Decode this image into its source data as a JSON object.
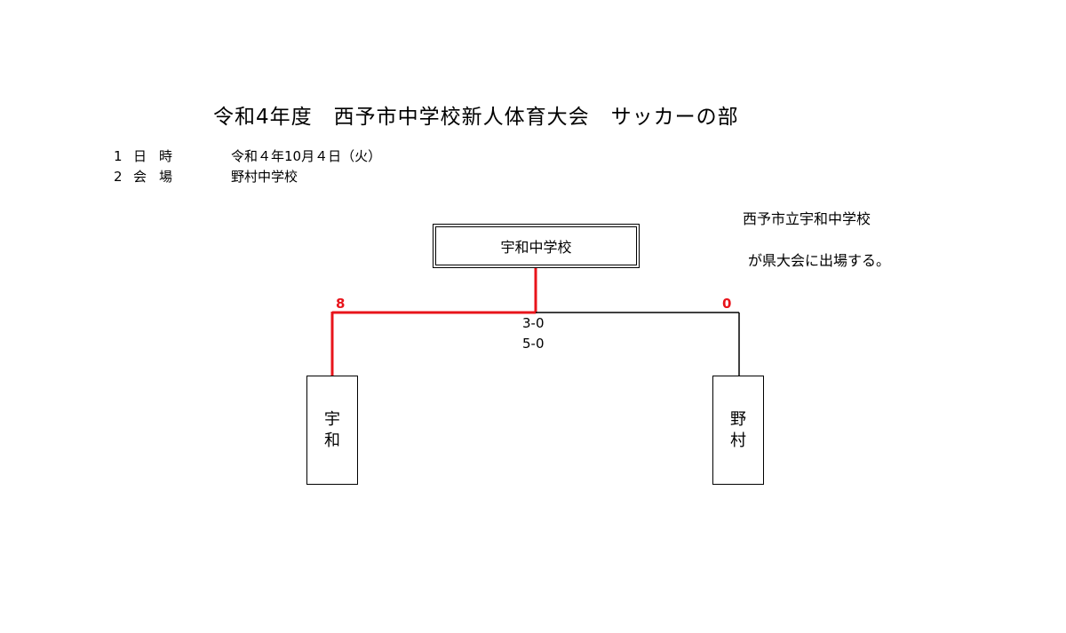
{
  "title": "令和4年度　西予市中学校新人体育大会　サッカーの部",
  "info": [
    {
      "num": "1",
      "label": "日時",
      "value": "令和４年10月４日（火）"
    },
    {
      "num": "2",
      "label": "会場",
      "value": "野村中学校"
    }
  ],
  "winner_note": {
    "school": "西予市立宇和中学校",
    "text": "が県大会に出場する。"
  },
  "bracket": {
    "winner": "宇和中学校",
    "left_team": {
      "line1": "宇",
      "line2": "和",
      "score": "8"
    },
    "right_team": {
      "line1": "野",
      "line2": "村",
      "score": "0"
    },
    "match_results": [
      "3-0",
      "5-0"
    ]
  },
  "colors": {
    "winner_line": "#e8141b",
    "line": "#000000"
  }
}
